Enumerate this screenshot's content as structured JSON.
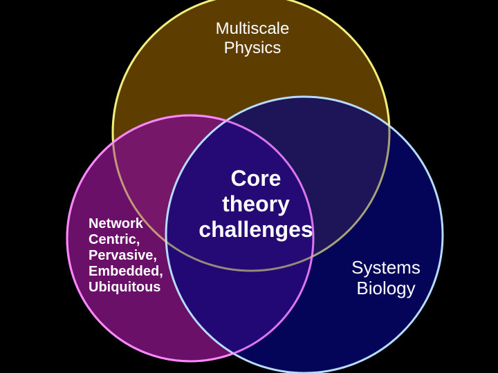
{
  "colors": {
    "background": "#000000",
    "top_fill": "#5e3d00",
    "top_stroke": "#f2ee7a",
    "left_fill": "#7a1278",
    "left_stroke": "#ff88ff",
    "right_fill": "#05057a",
    "right_stroke": "#b6dcff",
    "text": "#ffffff"
  },
  "labels": {
    "top": [
      "Multiscale",
      "Physics"
    ],
    "left": [
      "Network",
      "Centric,",
      "Pervasive,",
      "Embedded,",
      "Ubiquitous"
    ],
    "center": [
      "Core",
      "theory",
      "challenges"
    ],
    "right": [
      "Systems",
      "Biology"
    ]
  }
}
